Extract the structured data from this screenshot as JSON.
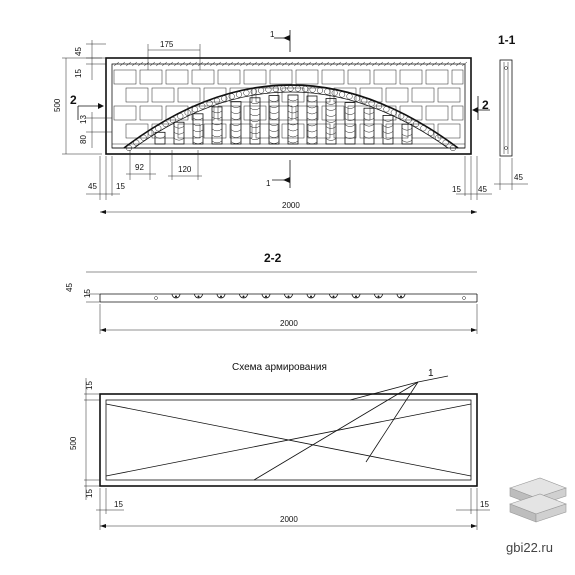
{
  "elevation": {
    "dims": {
      "top_bar": "175",
      "left_top": "45",
      "left_15": "15",
      "height": "500",
      "left_13": "13",
      "left_80": "80",
      "gap_92": "92",
      "gap_120": "120",
      "left_45": "45",
      "left_15b": "15",
      "right_15": "15",
      "right_45": "45",
      "total_length": "2000"
    },
    "section_marks": {
      "one": "1",
      "two": "2"
    },
    "side_view": {
      "label": "1-1",
      "dim": "45"
    }
  },
  "section22": {
    "label": "2-2",
    "dim_45": "45",
    "dim_15": "15",
    "length": "2000"
  },
  "reinforcement": {
    "title": "Схема армирования",
    "callout": "1",
    "dim_top": "15",
    "dim_height": "500",
    "dim_bottom": "15",
    "dim_left": "15",
    "dim_right": "15",
    "length": "2000"
  },
  "watermark": {
    "text": "gbi22.ru"
  }
}
